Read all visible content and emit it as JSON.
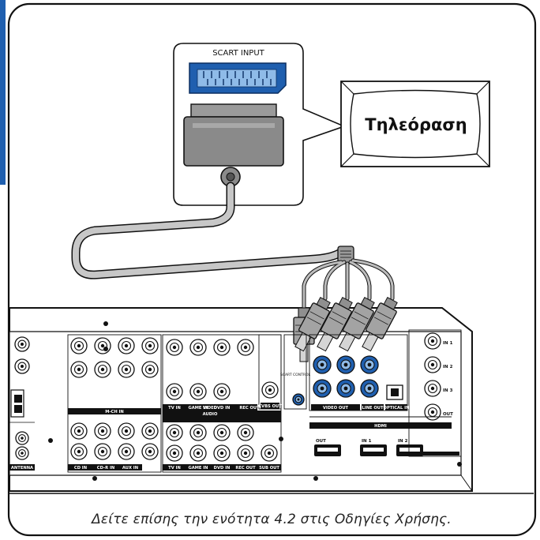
{
  "scart": {
    "title": "SCART INPUT"
  },
  "tv": {
    "label": "Τηλεόραση"
  },
  "caption": "Δείτε επίσης την ενότητα 4.2 στις Οδηγίες Χρήσης.",
  "panel": {
    "mch_in": "M-CH IN",
    "video": "VIDEO",
    "audio": "AUDIO",
    "hdmi": "HDMI",
    "antenna": "ANTENNA",
    "scart_control": "SCART CONTROL",
    "video_out": "VIDEO OUT",
    "line_out": "LINE OUT",
    "optical_in": "OPTICAL IN",
    "cvbs_out": "CVBS OUT",
    "rec_out_top": "REC OUT",
    "rec_out_bottom": "REC OUT",
    "sub_out": "SUB OUT",
    "tv_in_top": "TV IN",
    "game_in_top": "GAME IN",
    "dvd_in_top": "DVD IN",
    "tv_in_bottom": "TV IN",
    "game_in_bottom": "GAME IN",
    "dvd_in_bottom": "DVD IN",
    "cd_in": "CD IN",
    "cdr_in": "CD-R IN",
    "aux_in": "AUX IN",
    "hdmi_out": "OUT",
    "hdmi_in1": "IN 1",
    "hdmi_in2": "IN 2",
    "side_in1": "IN 1",
    "side_in2": "IN 2",
    "side_in3": "IN 3",
    "side_out": "OUT"
  }
}
